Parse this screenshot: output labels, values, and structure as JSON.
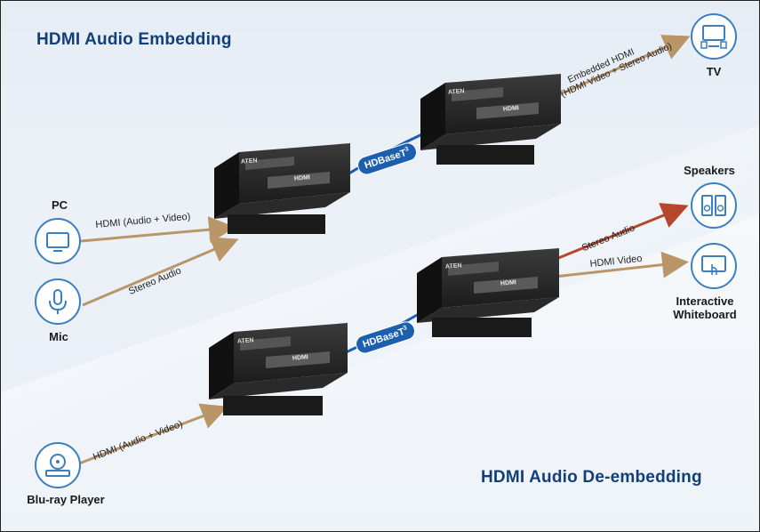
{
  "titles": {
    "embedding": "HDMI Audio Embedding",
    "deembedding": "HDMI Audio De-embedding"
  },
  "devices": {
    "pc": "PC",
    "mic": "Mic",
    "tv": "TV",
    "speakers": "Speakers",
    "whiteboard_line1": "Interactive",
    "whiteboard_line2": "Whiteboard",
    "bluray": "Blu-ray Player"
  },
  "connections": {
    "pc_link": "HDMI (Audio + Video)",
    "mic_link": "Stereo Audio",
    "tv_link_line1": "Embedded HDMI",
    "tv_link_line2": "(HDMI Video + Stereo Audio)",
    "hdbaset_top": "HDBaseT",
    "hdbaset_bottom": "HDBaseT",
    "hdbaset_sup": "3",
    "speakers_link": "Stereo Audio",
    "whiteboard_link": "HDMI Video",
    "bluray_link": "HDMI (Audio + Video)"
  },
  "extender": {
    "brand": "ATEN",
    "model_text": "HDMI"
  },
  "colors": {
    "title": "#123f7a",
    "icon_ring": "#3a7fbf",
    "arrow_tan": "#b99668",
    "arrow_red": "#b5472b",
    "hdbaset_badge": "#1b5fae"
  }
}
